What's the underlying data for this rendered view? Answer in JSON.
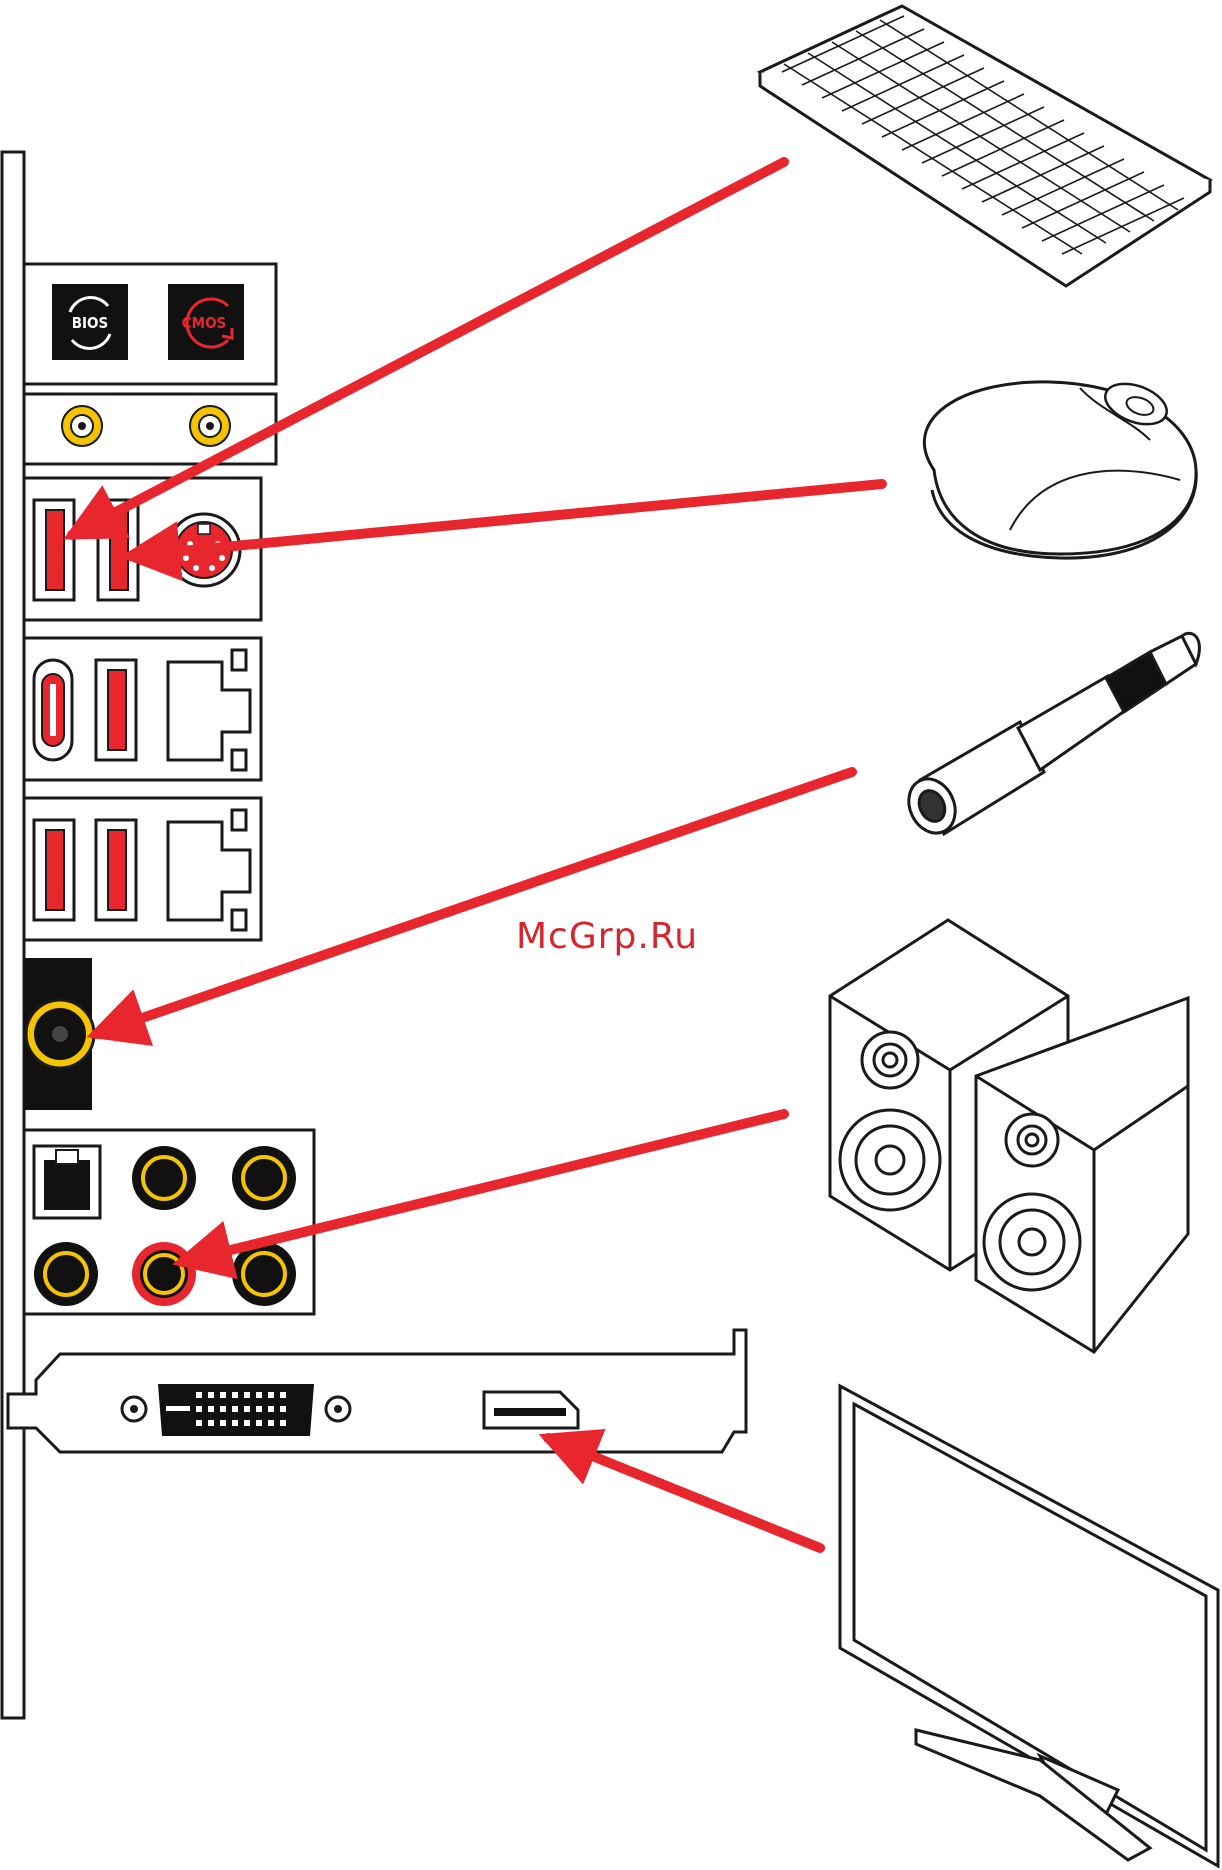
{
  "watermark": "McGrp.Ru",
  "bios_button": {
    "label": "BIOS"
  },
  "cmos_button": {
    "label": "CMOS"
  },
  "colors": {
    "arrow": "#e8262e",
    "accent_red": "#e8262e",
    "gold": "#f5c400",
    "outline": "#1a1a1a",
    "panel_black": "#111111"
  },
  "icons": [
    "keyboard-icon",
    "mouse-icon",
    "headphone-adapter-icon",
    "speakers-icon",
    "monitor-icon"
  ]
}
